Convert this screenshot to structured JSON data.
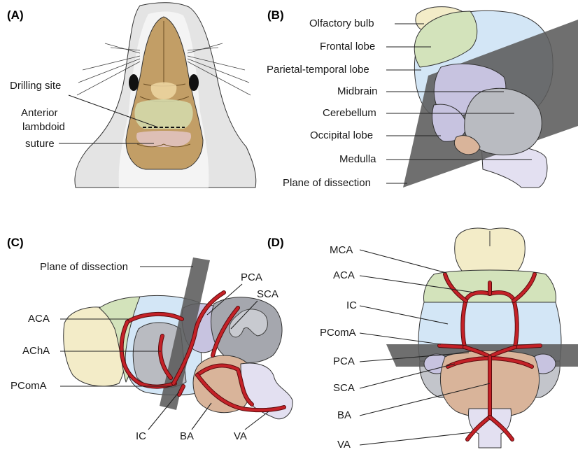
{
  "panels": {
    "a": {
      "tag": "(A)",
      "labels": {
        "drilling": "Drilling site",
        "anterior": "Anterior",
        "lambdoid": "lambdoid",
        "suture": "suture"
      }
    },
    "b": {
      "tag": "(B)",
      "labels": {
        "olfactory": "Olfactory bulb",
        "frontal": "Frontal lobe",
        "parietal": "Parietal-temporal lobe",
        "midbrain": "Midbrain",
        "cerebellum": "Cerebellum",
        "occipital": "Occipital lobe",
        "medulla": "Medulla",
        "plane": "Plane of dissection"
      }
    },
    "c": {
      "tag": "(C)",
      "labels": {
        "plane": "Plane of dissection",
        "pca": "PCA",
        "sca": "SCA",
        "aca": "ACA",
        "acha": "AChA",
        "pcoma": "PComA",
        "ic": "IC",
        "ba": "BA",
        "va": "VA"
      }
    },
    "d": {
      "tag": "(D)",
      "labels": {
        "mca": "MCA",
        "aca": "ACA",
        "ic": "IC",
        "pcoma": "PComA",
        "pca": "PCA",
        "sca": "SCA",
        "ba": "BA",
        "va": "VA"
      }
    }
  },
  "colors": {
    "olfactory": "#f3ecc8",
    "frontal": "#d3e3bb",
    "parietal": "#d3e6f6",
    "midbrain": "#c7c3e0",
    "cerebellum": "#b9bbc1",
    "medulla": "#e3e0f1",
    "pons": "#d9b49a",
    "plane": "#5b5b5b",
    "artery": "#c42127",
    "skull": "#c29e66"
  }
}
